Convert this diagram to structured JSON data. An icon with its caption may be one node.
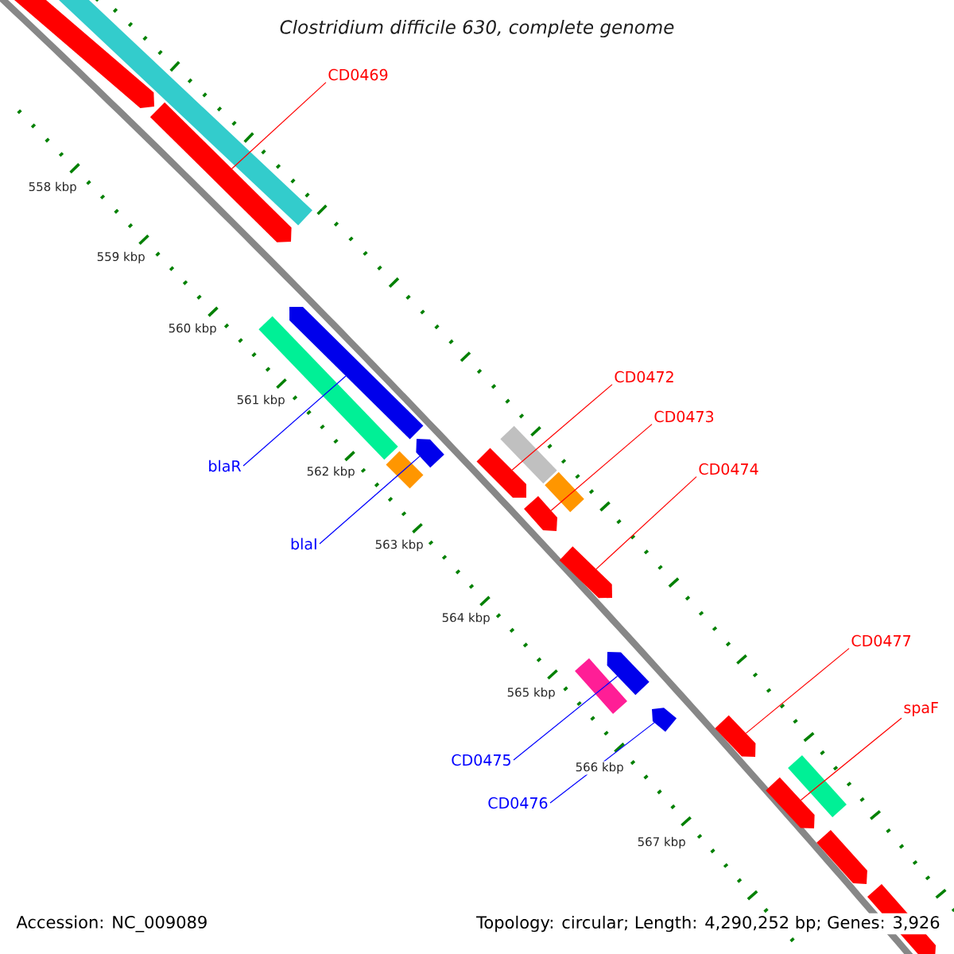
{
  "diagram": {
    "title": "*Clostridium difficile* 630, complete genome",
    "nodes": [
      {
        "text": [
          "CD0469"
        ]
      },
      {
        "text": [
          "CD0472"
        ]
      },
      {
        "text": [
          "CD0473"
        ]
      },
      {
        "text": [
          "blaR"
        ]
      },
      {
        "text": [
          "CD0474"
        ]
      },
      {
        "text": [
          "blaI"
        ]
      },
      {
        "text": [
          "CD0477"
        ]
      },
      {
        "text": [
          "spaF"
        ]
      },
      {
        "text": [
          "CD0475"
        ]
      },
      {
        "text": [
          "CD0476"
        ]
      },
      {
        "text": [],
        "shape": "pentagon"
      },
      {
        "text": [],
        "shape": "bar"
      },
      {
        "text": [],
        "shape": "pentagon"
      },
      {
        "text": [],
        "shape": "pentagon"
      },
      {
        "text": [],
        "shape": "bar"
      },
      {
        "text": [],
        "shape": "pentagon"
      },
      {
        "text": [],
        "shape": "bar"
      },
      {
        "text": [],
        "shape": "bar"
      },
      {
        "text": [],
        "shape": "pentagon"
      },
      {
        "text": [],
        "shape": "bar"
      },
      {
        "text": [],
        "shape": "pentagon"
      },
      {
        "text": [],
        "shape": "pentagon"
      },
      {
        "text": [],
        "shape": "pentagon"
      },
      {
        "text": [],
        "shape": "bar"
      },
      {
        "text": [],
        "shape": "pentagon"
      },
      {
        "text": [],
        "shape": "pentagon"
      },
      {
        "text": [],
        "shape": "bar"
      },
      {
        "text": [],
        "shape": "pentagon"
      },
      {
        "text": [],
        "shape": "pentagon"
      },
      {
        "text": [],
        "shape": "pentagon"
      }
    ],
    "edges": [
      {
        "from": 0,
        "to": 12,
        "arrow": "none"
      },
      {
        "from": 1,
        "to": 18,
        "arrow": "none"
      },
      {
        "from": 2,
        "to": 20,
        "arrow": "none"
      },
      {
        "from": 3,
        "to": 13,
        "arrow": "none",
        "color": "#0000ff"
      },
      {
        "from": 4,
        "to": 21,
        "arrow": "none"
      },
      {
        "from": 5,
        "to": 15,
        "arrow": "none",
        "color": "#0000ff"
      },
      {
        "from": 6,
        "to": 25,
        "arrow": "none"
      },
      {
        "from": 7,
        "to": 27,
        "arrow": "none"
      },
      {
        "from": 8,
        "to": 22,
        "arrow": "none",
        "color": "#0000ff"
      },
      {
        "from": 9,
        "to": 24,
        "arrow": "none",
        "color": "#0000ff"
      }
    ],
    "labels": [
      "558 kbp",
      "559 kbp",
      "560 kbp",
      "561 kbp",
      "562 kbp",
      "563 kbp",
      "564 kbp",
      "565 kbp",
      "566 kbp",
      "567 kbp",
      "Accession: NC_009089",
      "Topology: circular; Length: 4,290,252 bp; Genes: 3,926"
    ]
  }
}
